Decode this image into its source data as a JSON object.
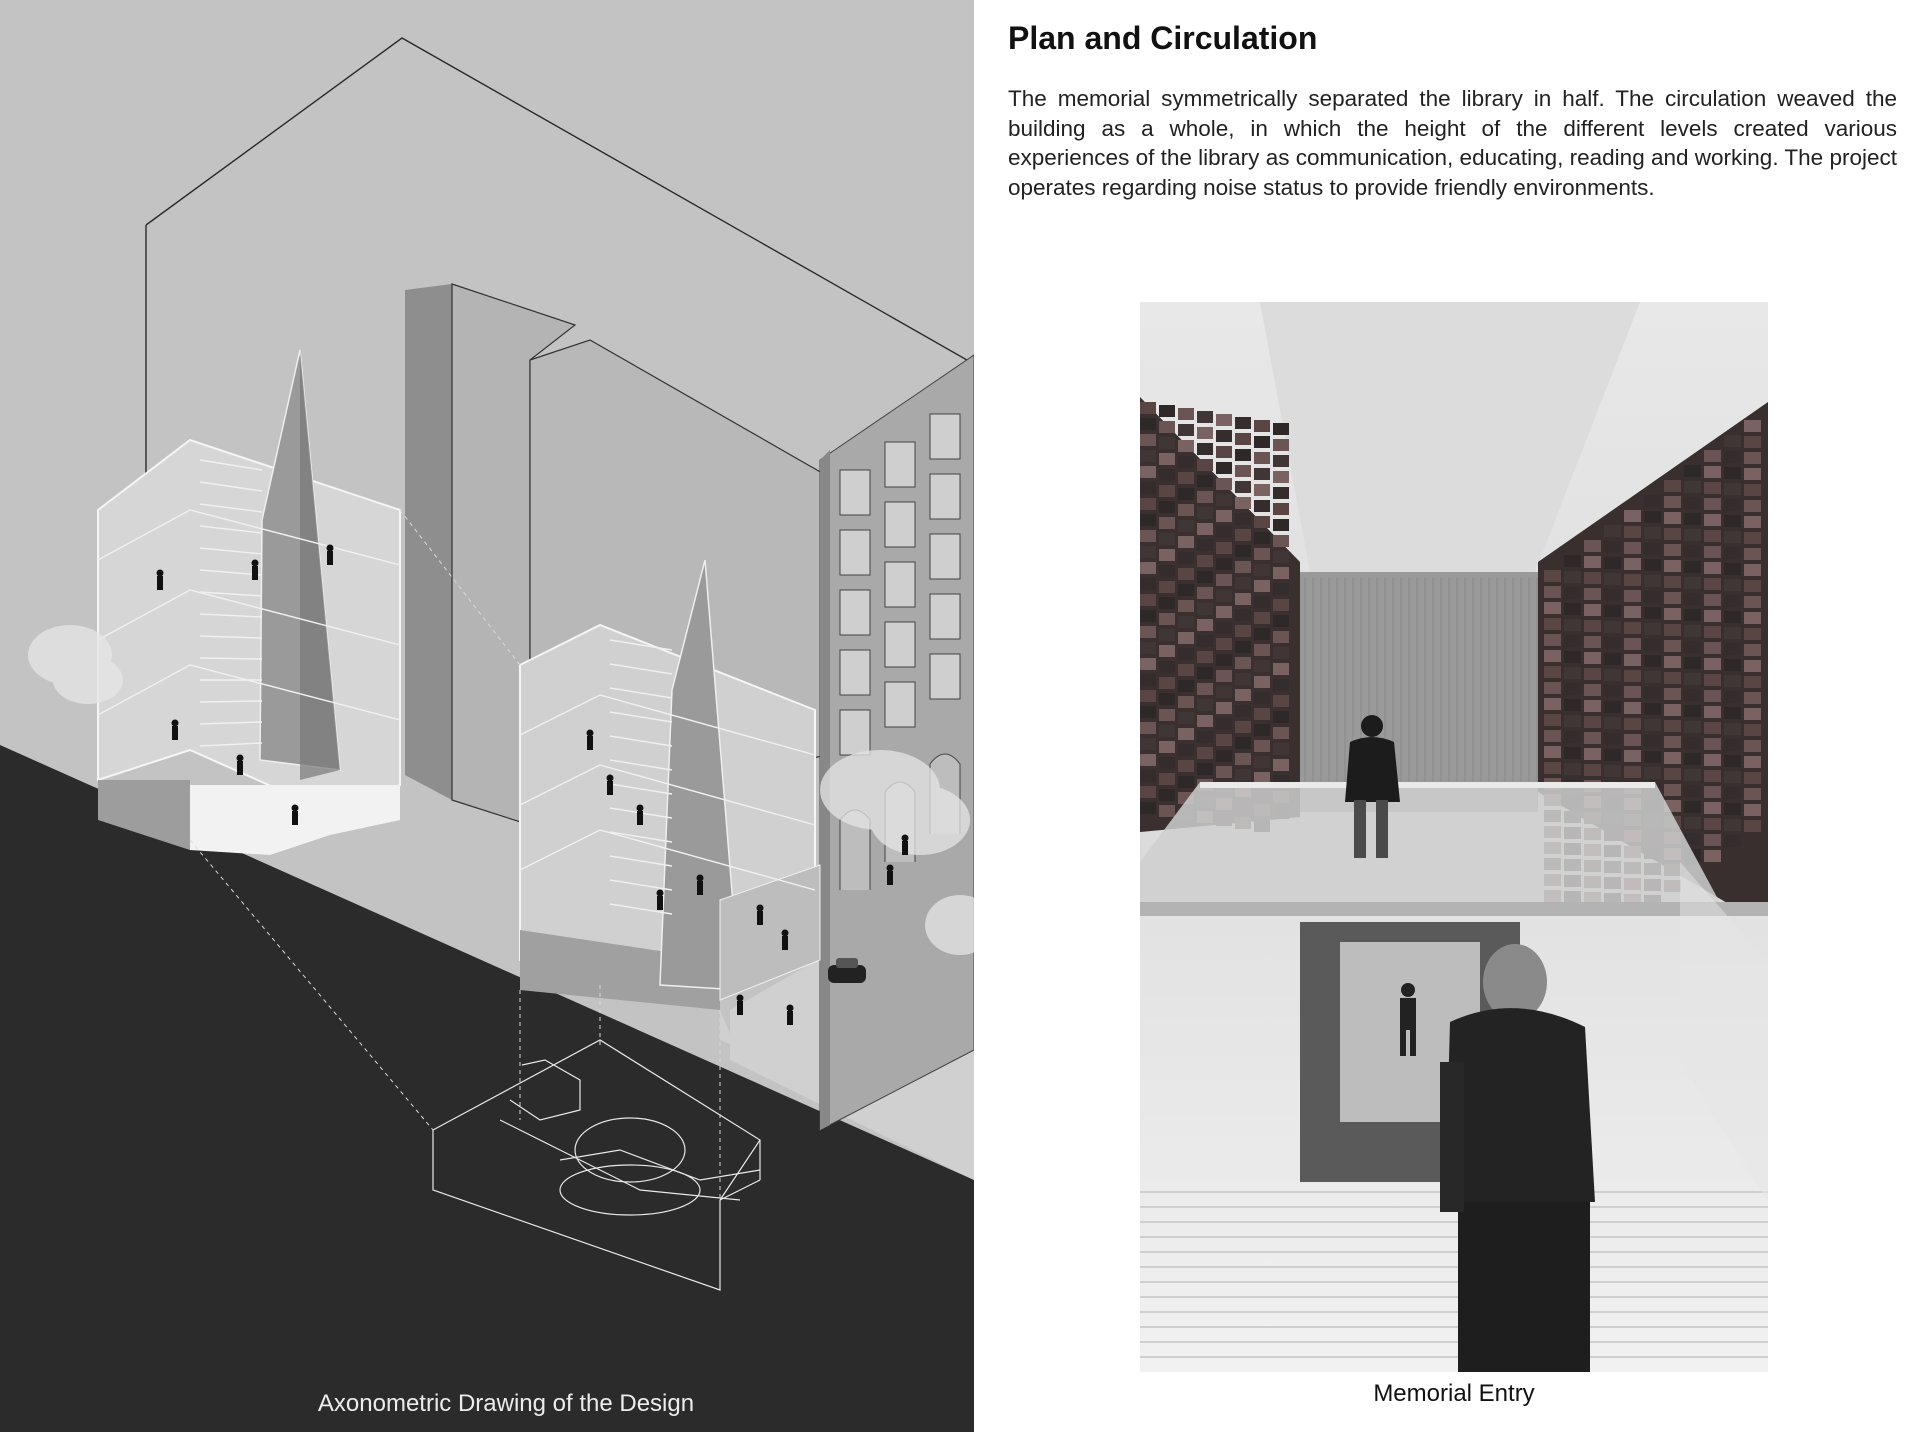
{
  "header": {
    "title": "Plan and Circulation"
  },
  "body": {
    "paragraph": "The memorial symmetrically separated the library in half. The circulation weaved the building as a whole, in which the height of the different levels created various experiences of the library as communication, educating, reading and working. The project operates regarding noise status to provide friendly environments."
  },
  "figures": {
    "axonometric_caption": "Axonometric Drawing of the Design",
    "photo_caption": "Memorial Entry"
  },
  "colors": {
    "sky_background": "#c3c3c3",
    "ground": "#2b2b2b",
    "text": "#222222"
  }
}
